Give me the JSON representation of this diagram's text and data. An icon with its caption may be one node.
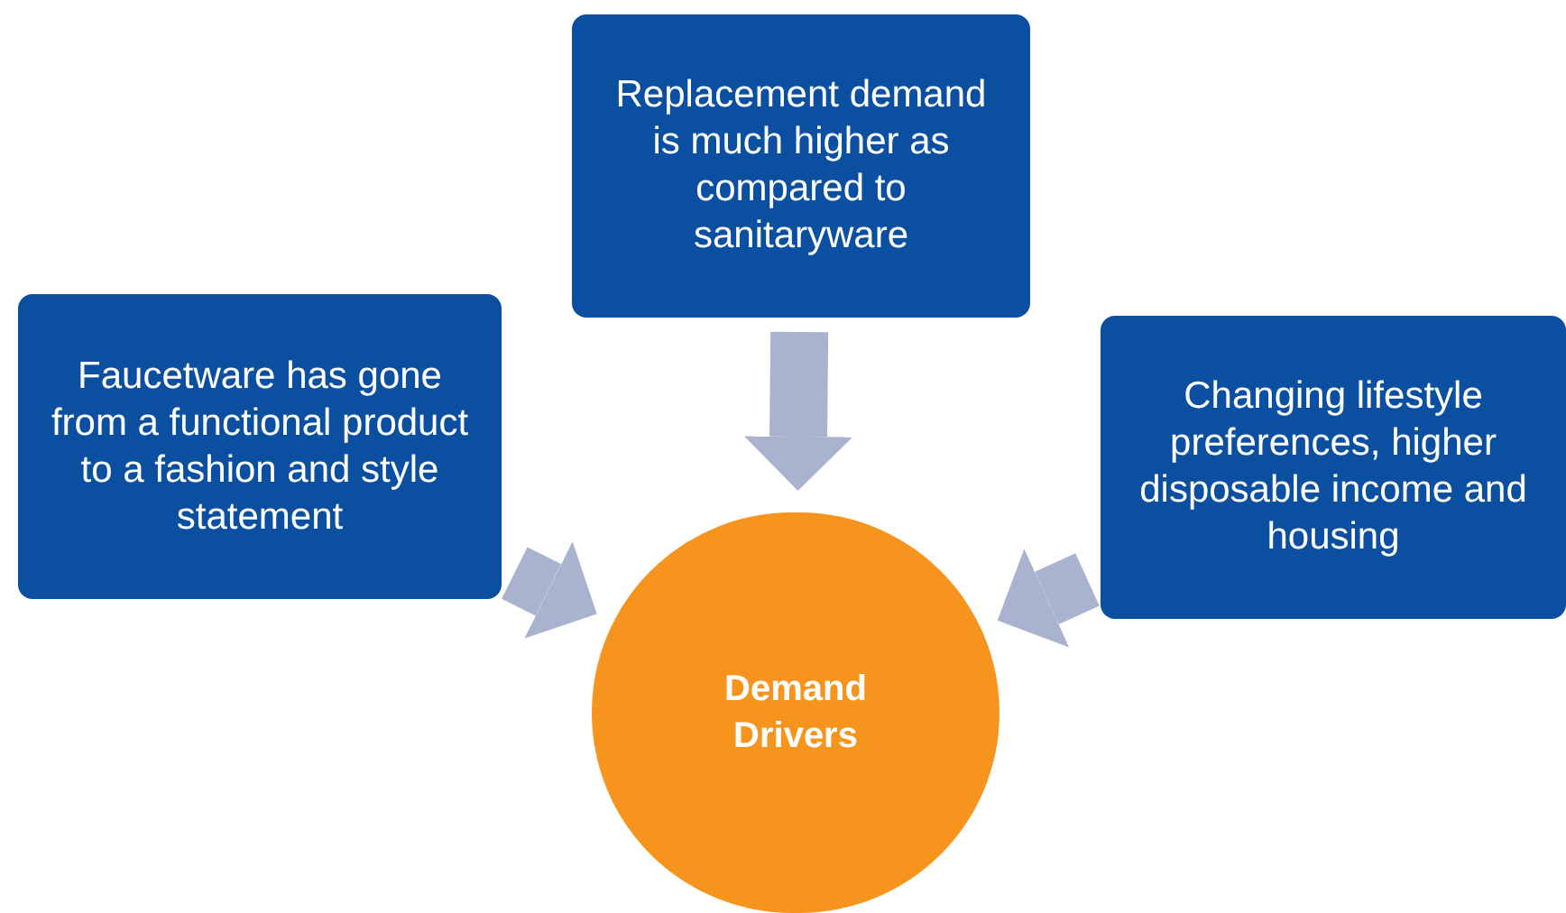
{
  "diagram": {
    "nodes": [
      {
        "text": [
          "Replacement demand is much higher as compared to sanitaryware"
        ]
      },
      {
        "text": [
          "Faucetware has gone from a functional product to a fashion and style statement"
        ]
      },
      {
        "text": [
          "Changing lifestyle preferences, higher disposable income and housing"
        ]
      },
      {
        "text": [
          "Demand Drivers"
        ]
      }
    ],
    "edges": [
      {
        "from": 0,
        "to": 3,
        "arrow": "to"
      },
      {
        "from": 1,
        "to": 3,
        "arrow": "to"
      },
      {
        "from": 2,
        "to": 3,
        "arrow": "to"
      }
    ]
  }
}
